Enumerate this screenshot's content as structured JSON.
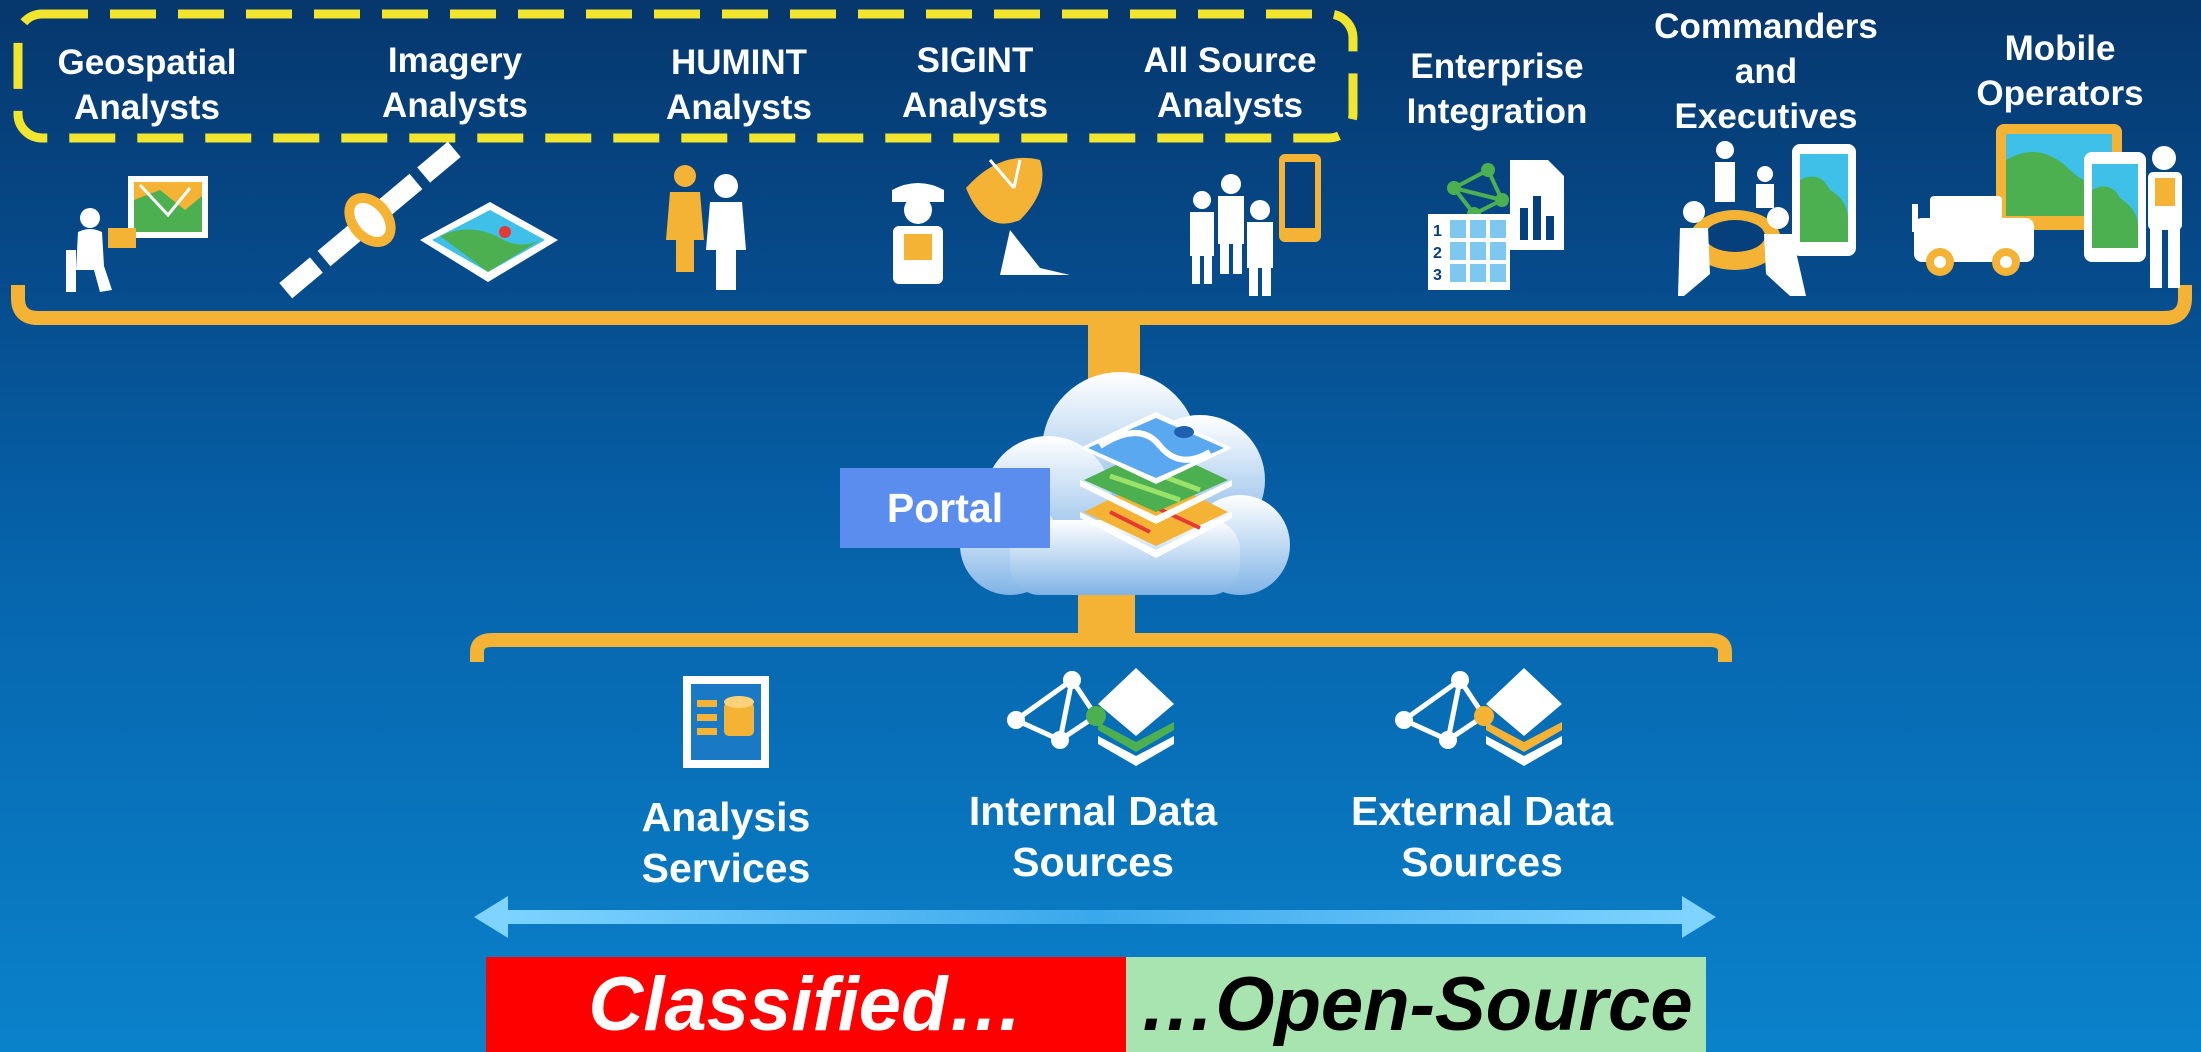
{
  "top_groups": [
    {
      "line1": "Geospatial",
      "line2": "Analysts"
    },
    {
      "line1": "Imagery",
      "line2": "Analysts"
    },
    {
      "line1": "HUMINT",
      "line2": "Analysts"
    },
    {
      "line1": "SIGINT",
      "line2": "Analysts"
    },
    {
      "line1": "All Source",
      "line2": "Analysts"
    },
    {
      "line1": "Enterprise",
      "line2": "Integration"
    },
    {
      "line1": "Commanders",
      "line2": "and",
      "line3": "Executives"
    },
    {
      "line1": "Mobile",
      "line2": "Operators"
    }
  ],
  "portal": {
    "label": "Portal"
  },
  "services": [
    {
      "line1": "Analysis",
      "line2": "Services"
    },
    {
      "line1": "Internal Data",
      "line2": "Sources"
    },
    {
      "line1": "External Data",
      "line2": "Sources"
    }
  ],
  "classification": {
    "left": "Classified…",
    "right": "…Open-Source"
  },
  "colors": {
    "accent_orange": "#f5b335",
    "highlight_yellow": "#f2e52e",
    "portal_blue": "#5b8def",
    "classified_red": "#ff0000",
    "open_source_green": "#a8e4b0"
  },
  "icons": [
    "analyst-at-map-icon",
    "satellite-imagery-icon",
    "people-icon",
    "soldier-satellite-dish-icon",
    "group-phone-icon",
    "network-document-table-icon",
    "meeting-tablet-icon",
    "vehicle-devices-icon",
    "cloud-icon",
    "map-layers-icon",
    "analysis-services-icon",
    "internal-data-icon",
    "external-data-icon",
    "double-arrow-icon"
  ]
}
